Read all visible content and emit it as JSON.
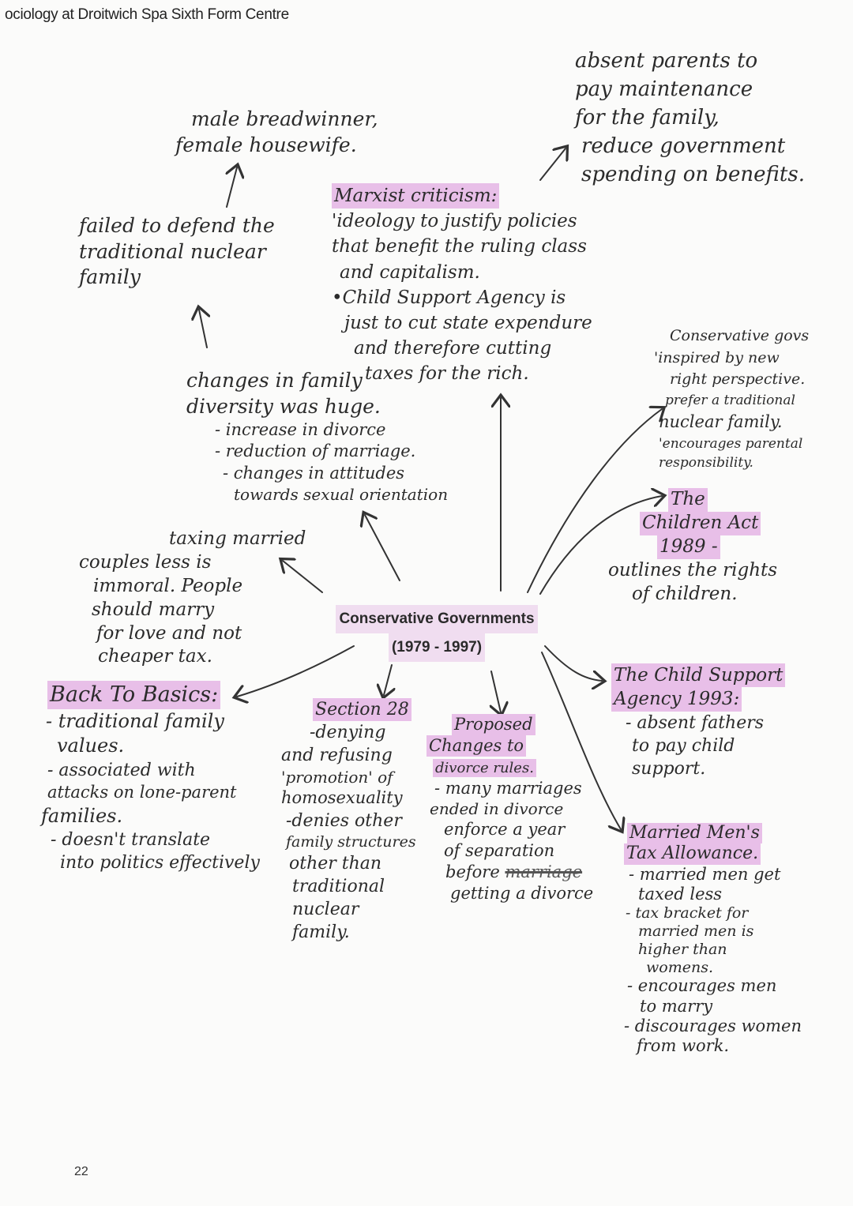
{
  "header": {
    "title": "ociology at Droitwich Spa Sixth Form Centre"
  },
  "page_number": "22",
  "center": {
    "title": "Conservative Governments",
    "dates": "(1979 - 1997)"
  },
  "colors": {
    "highlight": "#e8bfe8",
    "ink": "#2b2b2b"
  },
  "notes": {
    "male_breadwinner": [
      "male breadwinner,",
      "female housewife."
    ],
    "failed_defend": [
      "failed to defend the",
      "traditional nuclear",
      "family"
    ],
    "absent_parents": [
      "absent parents to",
      "pay maintenance",
      "for the family,",
      "reduce government",
      "spending on benefits."
    ],
    "marxist": {
      "heading": "Marxist criticism:",
      "lines": [
        "'ideology to justify policies",
        "that benefit the ruling class",
        "and capitalism.",
        "•Child Support Agency is",
        "just to cut state expendure",
        "and therefore cutting",
        "taxes for the rich."
      ]
    },
    "conservative_govs": [
      "Conservative govs",
      "'inspired by new",
      "right perspective.",
      "prefer a traditional",
      "nuclear family.",
      "'encourages parental",
      "responsibility."
    ],
    "children_act": {
      "heading_1": "The",
      "heading_2": "Children Act",
      "heading_3": "1989 -",
      "lines": [
        "outlines the rights",
        "of children."
      ]
    },
    "diversity": {
      "lines": [
        "changes in family",
        "diversity was huge."
      ],
      "bullets": [
        "- increase in divorce",
        "- reduction of marriage.",
        "- changes in attitudes",
        "towards sexual orientation"
      ]
    },
    "taxing": [
      "taxing married",
      "couples less is",
      "immoral. People",
      "should marry",
      "for love and not",
      "cheaper tax."
    ],
    "back_to_basics": {
      "heading": "Back To Basics:",
      "lines": [
        "- traditional family",
        "values.",
        "- associated with",
        "attacks on lone-parent",
        "families.",
        "- doesn't translate",
        "into politics effectively"
      ]
    },
    "section28": {
      "heading": "Section 28",
      "lines": [
        "-denying",
        "and refusing",
        "'promotion' of",
        "homosexuality",
        "-denies other",
        "family structures",
        "other than",
        "traditional",
        "nuclear",
        "family."
      ]
    },
    "proposed": {
      "heading_1": "Proposed",
      "heading_2": "Changes to",
      "heading_3": "divorce rules.",
      "lines": [
        "- many marriages",
        "ended in divorce",
        "enforce a year",
        "of separation"
      ],
      "before_word": "before",
      "struck": "marriage",
      "final_line": "getting a divorce"
    },
    "csa": {
      "heading_1": "The Child Support",
      "heading_2": "Agency 1993:",
      "lines": [
        "- absent fathers",
        "to pay child",
        "support."
      ]
    },
    "tax_allowance": {
      "heading_1": "Married Men's",
      "heading_2": "Tax Allowance.",
      "lines": [
        "- married men get",
        "taxed less",
        "- tax bracket for",
        "married men is",
        "higher than",
        "womens.",
        "- encourages men",
        "to marry",
        "- discourages women",
        "from work."
      ]
    }
  }
}
